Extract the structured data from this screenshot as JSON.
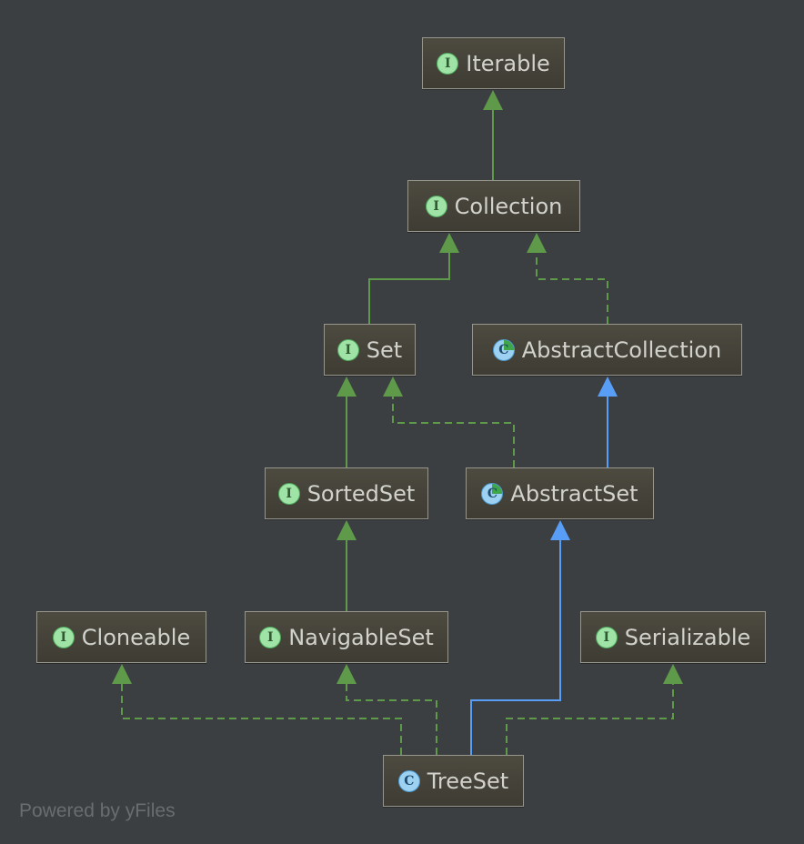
{
  "nodes": {
    "iterable": {
      "label": "Iterable",
      "kind": "interface",
      "badge": "I"
    },
    "collection": {
      "label": "Collection",
      "kind": "interface",
      "badge": "I"
    },
    "set": {
      "label": "Set",
      "kind": "interface",
      "badge": "I"
    },
    "abstract_collection": {
      "label": "AbstractCollection",
      "kind": "abstract-class",
      "badge": "C"
    },
    "sorted_set": {
      "label": "SortedSet",
      "kind": "interface",
      "badge": "I"
    },
    "abstract_set": {
      "label": "AbstractSet",
      "kind": "abstract-class",
      "badge": "C"
    },
    "cloneable": {
      "label": "Cloneable",
      "kind": "interface",
      "badge": "I"
    },
    "navigable_set": {
      "label": "NavigableSet",
      "kind": "interface",
      "badge": "I"
    },
    "serializable": {
      "label": "Serializable",
      "kind": "interface",
      "badge": "I"
    },
    "tree_set": {
      "label": "TreeSet",
      "kind": "class",
      "badge": "C"
    }
  },
  "edges": [
    {
      "from": "collection",
      "to": "iterable",
      "type": "extends"
    },
    {
      "from": "set",
      "to": "collection",
      "type": "extends"
    },
    {
      "from": "abstract_collection",
      "to": "collection",
      "type": "implements"
    },
    {
      "from": "sorted_set",
      "to": "set",
      "type": "extends"
    },
    {
      "from": "abstract_set",
      "to": "set",
      "type": "implements"
    },
    {
      "from": "abstract_set",
      "to": "abstract_collection",
      "type": "class-extends"
    },
    {
      "from": "navigable_set",
      "to": "sorted_set",
      "type": "extends"
    },
    {
      "from": "tree_set",
      "to": "cloneable",
      "type": "implements"
    },
    {
      "from": "tree_set",
      "to": "navigable_set",
      "type": "implements"
    },
    {
      "from": "tree_set",
      "to": "abstract_set",
      "type": "class-extends"
    },
    {
      "from": "tree_set",
      "to": "serializable",
      "type": "implements"
    }
  ],
  "colors": {
    "background": "#3c3f41",
    "interface_edge": "#5f9a4b",
    "class_extends_edge": "#589df6"
  },
  "footer": "Powered by yFiles"
}
